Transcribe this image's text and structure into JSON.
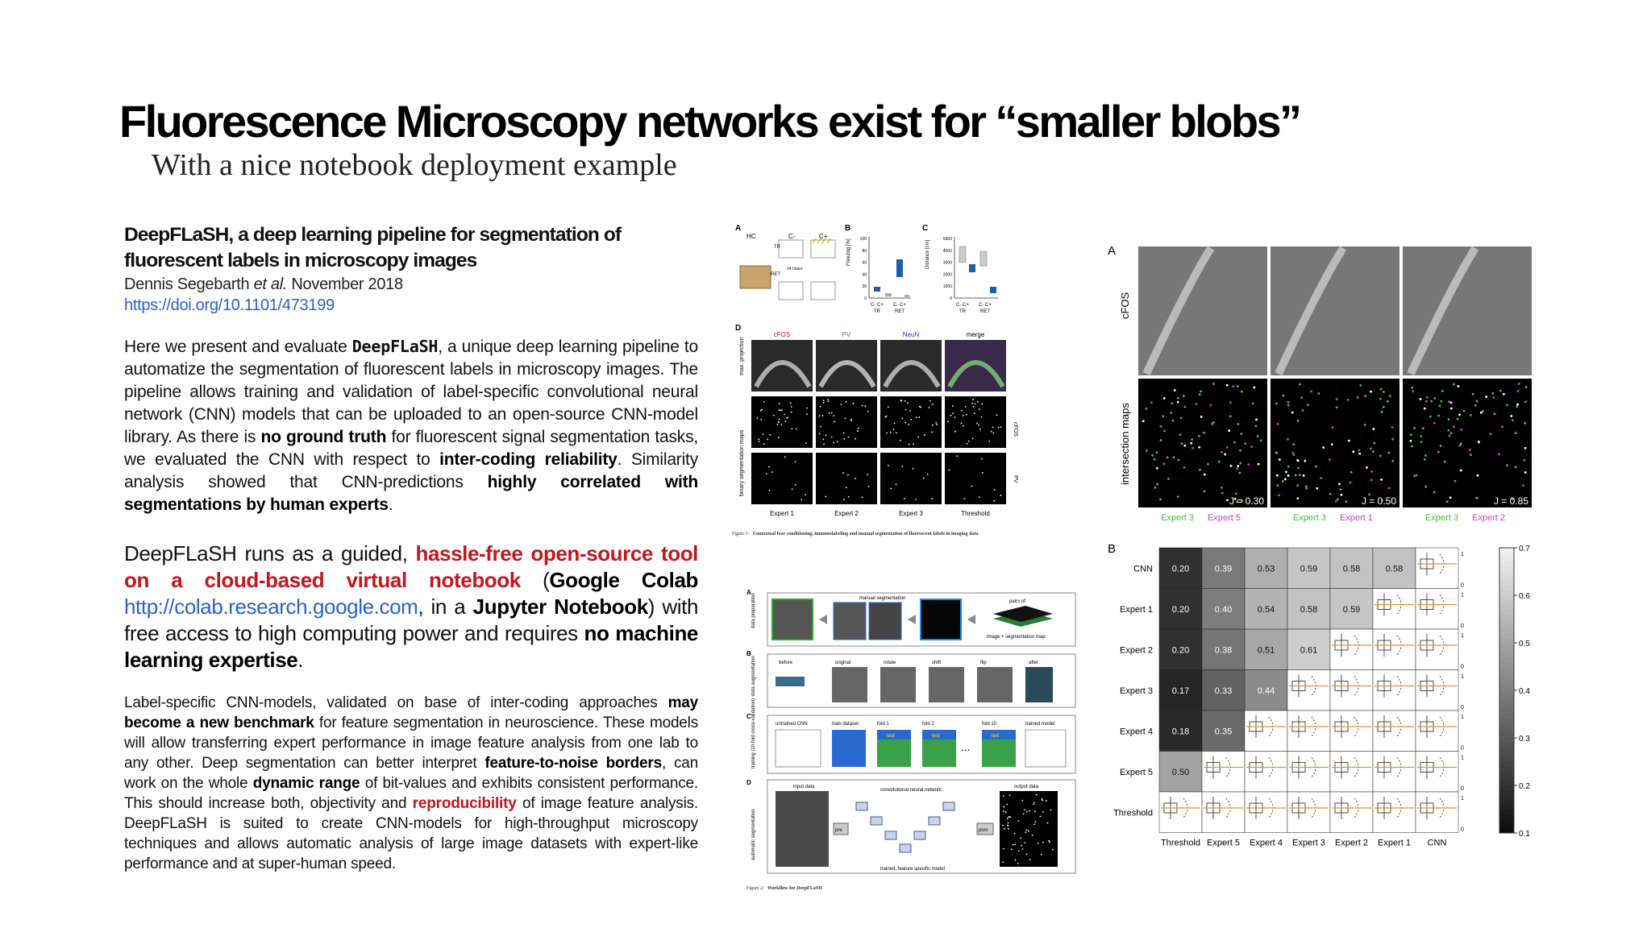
{
  "slide": {
    "title": "Fluorescence Microscopy networks exist for “smaller blobs”",
    "subtitle": "With a nice  notebook deployment example"
  },
  "paper": {
    "title": "DeepFLaSH, a deep learning pipeline for segmentation of fluorescent labels in microscopy images",
    "authors_prefix": "Dennis Segebarth ",
    "authors_etal": "et al.",
    "date": " November 2018",
    "doi": "https://doi.org/10.1101/473199"
  },
  "abstract": {
    "p1": "Here we present and evaluate ",
    "tool": "DeepFLaSH",
    "p2": ", a unique deep learning pipeline to automatize the segmentation of fluorescent labels in microscopy images. The pipeline allows training and validation of label-specific convolutional neural network (CNN) models that can be uploaded to an open-source CNN-model library. As there is ",
    "b1": "no ground truth",
    "p3": " for fluorescent signal segmentation tasks, we evaluated the CNN with respect to ",
    "b2": "inter-coding reliability",
    "p4": ". Similarity analysis showed that CNN-predictions ",
    "b3": "highly correlated with segmentations by human experts",
    "p5": "."
  },
  "deploy": {
    "p1": "DeepFLaSH runs as a guided, ",
    "red": "hassle-free open-source tool on a cloud-based virtual notebook",
    "p2": " (",
    "b1": "Google Colab",
    "p3": " ",
    "link": "http://colab.research.google.com",
    "p4": ", in a ",
    "b2": "Jupyter Notebook",
    "p5": ") with free access to high computing power and requires ",
    "b3": "no machine learning expertise",
    "p6": "."
  },
  "bench": {
    "p1": "Label-specific CNN-models, validated on base of inter-coding approaches ",
    "b1": "may become a new benchmark",
    "p2": " for feature segmentation in neuroscience. These models will allow transferring expert performance in image feature analysis from one lab to any other. Deep segmentation can better interpret ",
    "b2": "feature-to-noise borders",
    "p3": ", can work on the whole ",
    "b3": "dynamic range",
    "p4": " of bit-values and exhibits consistent performance. This should increase both, objectivity and ",
    "red": "reproducibility",
    "p5": " of image feature analysis. DeepFLaSH is suited to create CNN-models for high-throughput microscopy techniques and allows automatic analysis of large image datasets with expert-like performance and at super-human speed."
  },
  "fig1": {
    "panel_a": "A",
    "panel_b": "B",
    "panel_c": "C",
    "panel_d": "D",
    "hc": "HC",
    "c_minus": "C-",
    "c_plus": "C+",
    "tr": "TR",
    "ret": "RET",
    "hours": "24 hours",
    "b_ylabel": "Freezing [%]",
    "c_ylabel": "Distance [cm]",
    "b_ticks": [
      "100",
      "80",
      "60",
      "40",
      "20",
      "0"
    ],
    "c_ticks": [
      "5000",
      "4000",
      "3000",
      "2000",
      "1000",
      "0"
    ],
    "pair_label": "C-  C+",
    "channels": [
      "cFOS",
      "PV",
      "NeuN",
      "merge"
    ],
    "row_labels": [
      "max. projection",
      "binary segmentation maps"
    ],
    "side_labels": [
      "cFOS",
      "PV"
    ],
    "experts": [
      "Expert 1",
      "Expert 2",
      "Expert 3",
      "Threshold"
    ],
    "caption_prefix": "Figure 1:",
    "caption": "Contextual fear conditioning, immunolabeling and manual segmentation of fluorescent labels in imaging data"
  },
  "fig2": {
    "panel_a": "A",
    "panel_b": "B",
    "panel_c": "C",
    "panel_d": "D",
    "row_a": "data preparation",
    "row_b": "data augmentation",
    "row_c": "training (10-fold cross-validation)",
    "row_d": "automatic segmentation",
    "manual": "manual segmentation",
    "pairs_of": "pairs of:",
    "pairs_desc": "image + segmentation map",
    "aug_labels": [
      "before",
      "original",
      "rotate",
      "shift",
      "flip",
      "after"
    ],
    "train_labels": [
      "untrained CNN",
      "train dataset",
      "fold 1",
      "fold 2",
      "fold 10",
      "trained model"
    ],
    "test": "test",
    "dots": "...",
    "input": "input data",
    "cnn": "convolutional neural network",
    "output": "output data",
    "pre": "pre",
    "post": "post",
    "trained": "trained, feature specific model",
    "caption_prefix": "Figure 2:",
    "caption": "Workflow for DeepFLaSH"
  },
  "fig3": {
    "panel_a": "A",
    "panel_b": "B",
    "row_labels": [
      "cFOS",
      "intersection maps"
    ],
    "j_values": [
      "J = 0.30",
      "J = 0.50",
      "J = 0.85"
    ],
    "pairs": [
      [
        "Expert 3",
        "Expert 5"
      ],
      [
        "Expert 3",
        "Expert 1"
      ],
      [
        "Expert 3",
        "Expert 2"
      ]
    ],
    "pair_colors": [
      "#3ec43e",
      "#d43ad4"
    ],
    "matrix_rows": [
      "CNN",
      "Expert 1",
      "Expert 2",
      "Expert 3",
      "Expert 4",
      "Expert 5",
      "Threshold"
    ],
    "matrix_cols": [
      "Threshold",
      "Expert 5",
      "Expert 4",
      "Expert 3",
      "Expert 2",
      "Expert 1",
      "CNN"
    ],
    "matrix_values": [
      [
        "0.20",
        "0.39",
        "0.53",
        "0.59",
        "0.58",
        "0.58",
        ""
      ],
      [
        "0.20",
        "0.40",
        "0.54",
        "0.58",
        "0.59",
        "",
        ""
      ],
      [
        "0.20",
        "0.38",
        "0.51",
        "0.61",
        "",
        "",
        ""
      ],
      [
        "0.17",
        "0.33",
        "0.44",
        "",
        "",
        "",
        ""
      ],
      [
        "0.18",
        "0.35",
        "",
        "",
        "",
        "",
        ""
      ],
      [
        "0.50",
        "",
        "",
        "",
        "",
        "",
        ""
      ],
      [
        "",
        "",
        "",
        "",
        "",
        "",
        ""
      ]
    ],
    "colorbar_ticks": [
      "0.7",
      "0.6",
      "0.5",
      "0.4",
      "0.3",
      "0.2",
      "0.1"
    ],
    "box_ticks": [
      "1",
      "0"
    ]
  }
}
